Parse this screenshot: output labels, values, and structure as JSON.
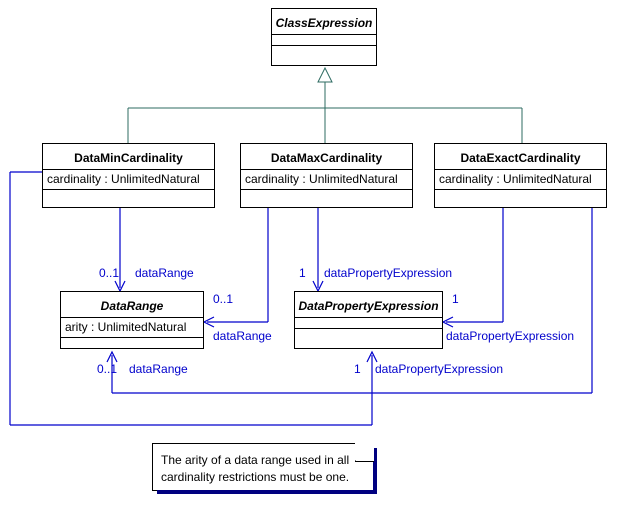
{
  "diagram": {
    "type": "uml-class-diagram",
    "colors": {
      "class_border": "#000000",
      "shadow": "#000080",
      "generalization": "#2e6b62",
      "association": "#0000cc",
      "label_text": "#0000cc",
      "background": "#ffffff"
    },
    "classes": [
      {
        "id": "class-expression",
        "name": "ClassExpression",
        "abstract": true,
        "attributes": [],
        "operations": []
      },
      {
        "id": "data-min-cardinality",
        "name": "DataMinCardinality",
        "abstract": false,
        "attributes": [
          "cardinality : UnlimitedNatural"
        ],
        "operations": []
      },
      {
        "id": "data-max-cardinality",
        "name": "DataMaxCardinality",
        "abstract": false,
        "attributes": [
          "cardinality : UnlimitedNatural"
        ],
        "operations": []
      },
      {
        "id": "data-exact-cardinality",
        "name": "DataExactCardinality",
        "abstract": false,
        "attributes": [
          "cardinality : UnlimitedNatural"
        ],
        "operations": []
      },
      {
        "id": "data-range",
        "name": "DataRange",
        "abstract": true,
        "attributes": [
          "arity : UnlimitedNatural"
        ],
        "operations": []
      },
      {
        "id": "data-property-expression",
        "name": "DataPropertyExpression",
        "abstract": true,
        "attributes": [],
        "operations": []
      }
    ],
    "generalizations": [
      {
        "from": "data-min-cardinality",
        "to": "class-expression"
      },
      {
        "from": "data-max-cardinality",
        "to": "class-expression"
      },
      {
        "from": "data-exact-cardinality",
        "to": "class-expression"
      }
    ],
    "associations": [
      {
        "id": "assoc-min-datarange",
        "from": "data-min-cardinality",
        "to": "data-range",
        "multiplicity": "0..1",
        "role": "dataRange"
      },
      {
        "id": "assoc-max-datarange",
        "from": "data-max-cardinality",
        "to": "data-range",
        "multiplicity": "0..1",
        "role": "dataRange"
      },
      {
        "id": "assoc-exact-datarange",
        "from": "data-exact-cardinality",
        "to": "data-range",
        "multiplicity": "0..1",
        "role": "dataRange"
      },
      {
        "id": "assoc-max-datapropertyexpression",
        "from": "data-max-cardinality",
        "to": "data-property-expression",
        "multiplicity": "1",
        "role": "dataPropertyExpression"
      },
      {
        "id": "assoc-exact-datapropertyexpression",
        "from": "data-exact-cardinality",
        "to": "data-property-expression",
        "multiplicity": "1",
        "role": "dataPropertyExpression"
      },
      {
        "id": "assoc-min-datapropertyexpression",
        "from": "data-min-cardinality",
        "to": "data-property-expression",
        "multiplicity": "1",
        "role": "dataPropertyExpression"
      }
    ],
    "labels": {
      "min_datarange_mult": "0..1",
      "min_datarange_role": "dataRange",
      "max_datapropertyexpression_mult": "1",
      "max_datapropertyexpression_role": "dataPropertyExpression",
      "max_datarange_mult": "0..1",
      "max_datarange_role": "dataRange",
      "exact_datapropertyexpression_mult": "1",
      "exact_datapropertyexpression_role": "dataPropertyExpression",
      "bottom_datarange_mult": "0..1",
      "bottom_datarange_role": "dataRange",
      "bottom_datapropertyexpression_mult": "1",
      "bottom_datapropertyexpression_role": "dataPropertyExpression"
    },
    "note": {
      "id": "arity-constraint-note",
      "line1": "The arity of a data range used in all",
      "line2": "cardinality restrictions must be one."
    }
  }
}
